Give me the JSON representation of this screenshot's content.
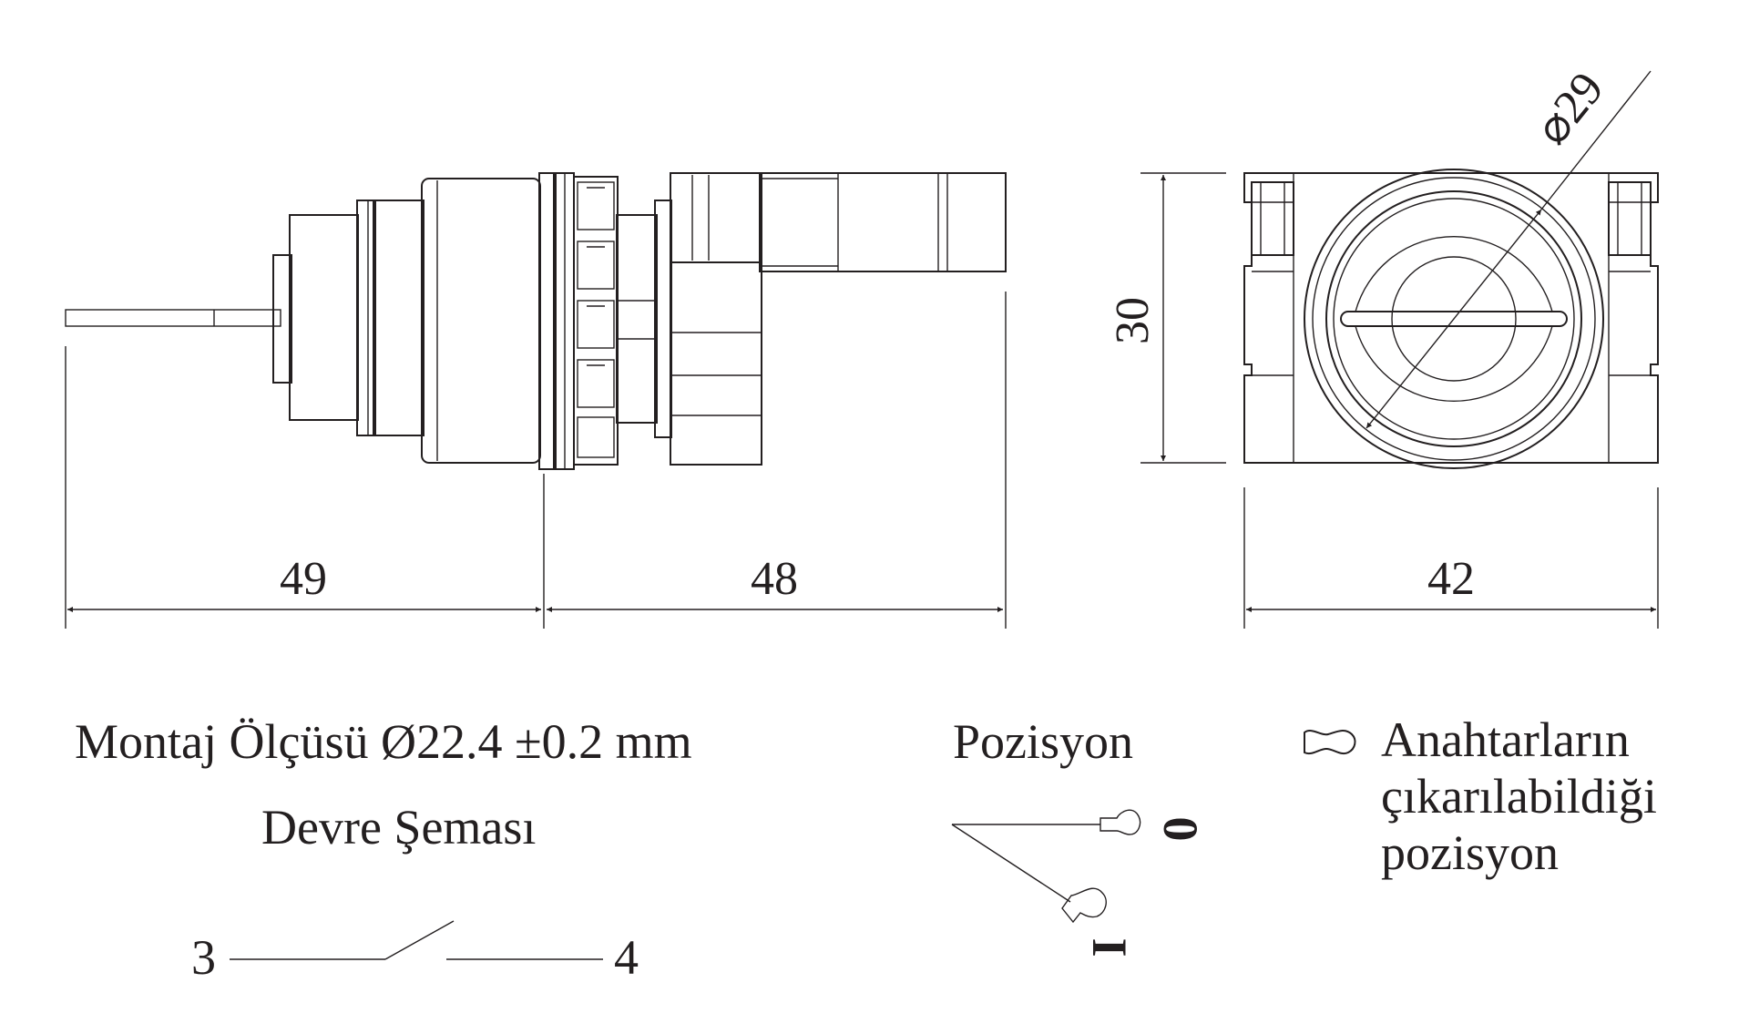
{
  "dimensions": {
    "d49": "49",
    "d48": "48",
    "d42": "42",
    "d30": "30",
    "d29": "29",
    "diameter_symbol": "⌀"
  },
  "labels": {
    "mounting": "Montaj Ölçüsü Ø22.4 ±0.2 mm",
    "circuit": "Devre Şeması",
    "terminal_left": "3",
    "terminal_right": "4",
    "position_title": "Pozisyon",
    "position_0": "0",
    "position_1": "I",
    "legend_line1": "Anahtarların",
    "legend_line2": "çıkarılabildiği",
    "legend_line3": "pozisyon"
  },
  "icons": {
    "key_removal": "key-removal-icon"
  }
}
